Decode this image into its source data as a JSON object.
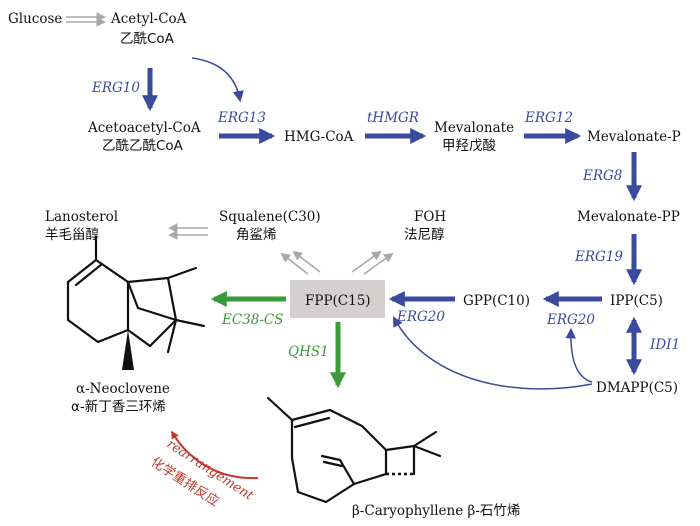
{
  "colors": {
    "blue_arrow": "#3a4a9c",
    "gray_arrow": "#a8a8a8",
    "green_arrow": "#3a9a3a",
    "red_arrow": "#c0392b",
    "fpp_box": "#d3d0cf"
  },
  "nodes": {
    "glucose": "Glucose",
    "acetyl_coa": "Acetyl-CoA",
    "acetyl_coa_cn": "乙酰CoA",
    "acetoacetyl_coa": "Acetoacetyl-CoA",
    "acetoacetyl_coa_cn": "乙酰乙酰CoA",
    "hmg_coa": "HMG-CoA",
    "mevalonate": "Mevalonate",
    "mevalonate_cn": "甲羟戊酸",
    "mevalonate_p": "Mevalonate-P",
    "mevalonate_pp": "Mevalonate-PP",
    "ipp": "IPP(C5)",
    "dmapp": "DMAPP(C5)",
    "gpp": "GPP(C10)",
    "fpp": "FPP(C15)",
    "squalene": "Squalene(C30)",
    "squalene_cn": "角鲨烯",
    "lanosterol": "Lanosterol",
    "lanosterol_cn": "羊毛甾醇",
    "foh": "FOH",
    "foh_cn": "法尼醇",
    "neoclovene": "α-Neoclovene",
    "neoclovene_cn": "α-新丁香三环烯",
    "caryophyllene": "β-Caryophyllene β-石竹烯"
  },
  "enzymes": {
    "erg10": "ERG10",
    "erg13": "ERG13",
    "thmgr": "tHMGR",
    "erg12": "ERG12",
    "erg8": "ERG8",
    "erg19": "ERG19",
    "idi1": "IDI1",
    "erg20_a": "ERG20",
    "erg20_b": "ERG20",
    "ec38_cs": "EC38-CS",
    "qhs1": "QHS1"
  },
  "rearrangement": {
    "en": "rearrangement",
    "cn": "化学重排反应"
  }
}
